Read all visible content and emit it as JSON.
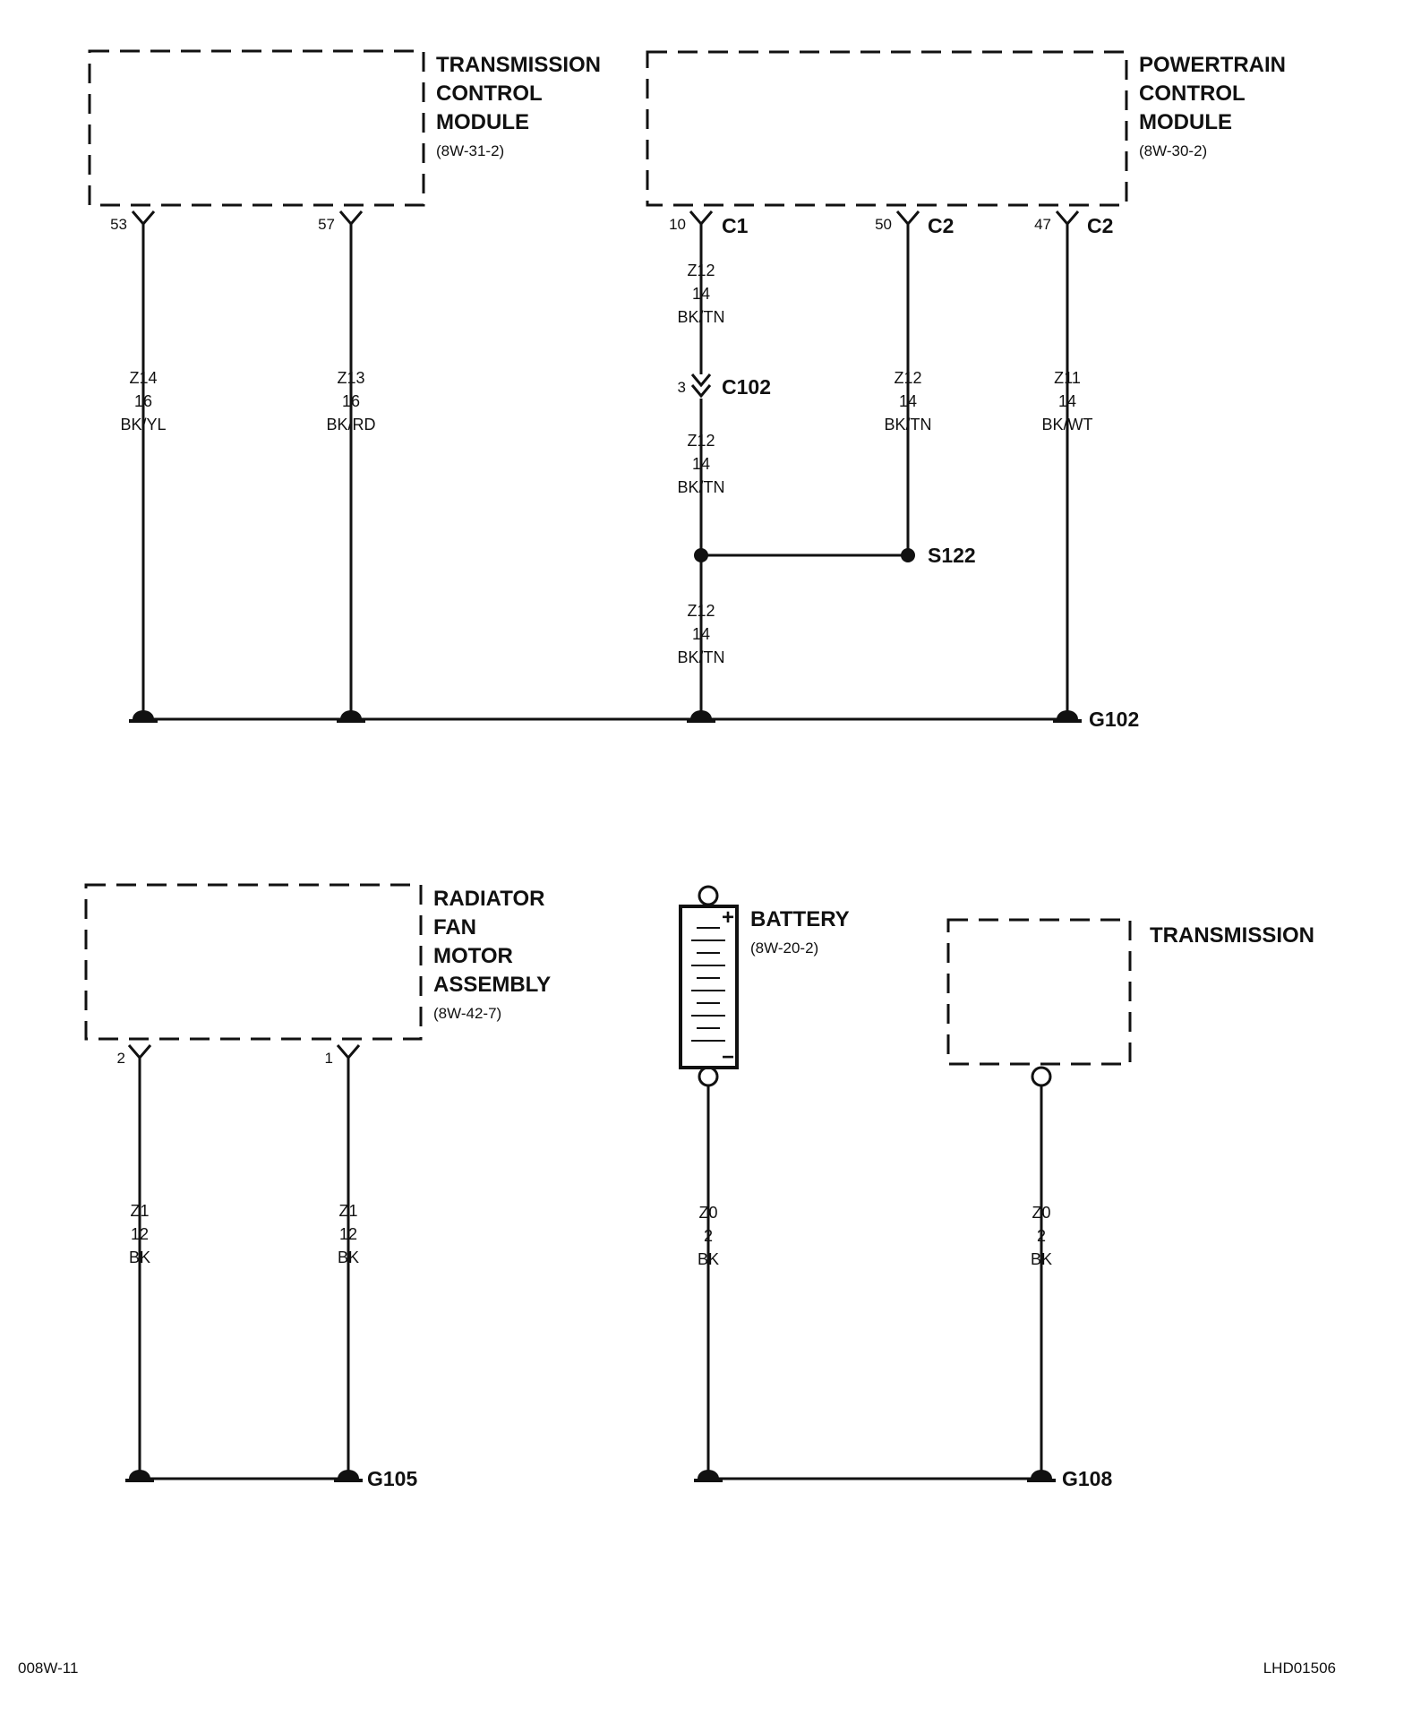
{
  "modules": {
    "tcm": {
      "lines": [
        "TRANSMISSION",
        "CONTROL",
        "MODULE"
      ],
      "ref": "(8W-31-2)"
    },
    "pcm": {
      "lines": [
        "POWERTRAIN",
        "CONTROL",
        "MODULE"
      ],
      "ref": "(8W-30-2)"
    },
    "fan": {
      "lines": [
        "RADIATOR",
        "FAN",
        "MOTOR",
        "ASSEMBLY"
      ],
      "ref": "(8W-42-7)"
    },
    "battery": {
      "lines": [
        "BATTERY"
      ],
      "ref": "(8W-20-2)"
    },
    "transmission": {
      "lines": [
        "TRANSMISSION"
      ]
    }
  },
  "pins": {
    "tcm_53": "53",
    "tcm_57": "57",
    "pcm_10": "10",
    "pcm_10_conn": "C1",
    "pcm_50": "50",
    "pcm_50_conn": "C2",
    "pcm_47": "47",
    "pcm_47_conn": "C2",
    "fan_2": "2",
    "fan_1": "1",
    "c102_pin": "3"
  },
  "wires": {
    "z14": [
      "Z14",
      "16",
      "BK/YL"
    ],
    "z13": [
      "Z13",
      "16",
      "BK/RD"
    ],
    "z12_a": [
      "Z12",
      "14",
      "BK/TN"
    ],
    "z12_b": [
      "Z12",
      "14",
      "BK/TN"
    ],
    "z12_c": [
      "Z12",
      "14",
      "BK/TN"
    ],
    "z12_d": [
      "Z12",
      "14",
      "BK/TN"
    ],
    "z11": [
      "Z11",
      "14",
      "BK/WT"
    ],
    "z1_a": [
      "Z1",
      "12",
      "BK"
    ],
    "z1_b": [
      "Z1",
      "12",
      "BK"
    ],
    "z0_a": [
      "Z0",
      "2",
      "BK"
    ],
    "z0_b": [
      "Z0",
      "2",
      "BK"
    ]
  },
  "connectors": {
    "c102": "C102",
    "s122": "S122",
    "g102": "G102",
    "g105": "G105",
    "g108": "G108"
  },
  "battery_terminals": {
    "plus": "+",
    "minus": "−"
  },
  "footer": {
    "left": "008W-11",
    "right": "LHD01506"
  }
}
